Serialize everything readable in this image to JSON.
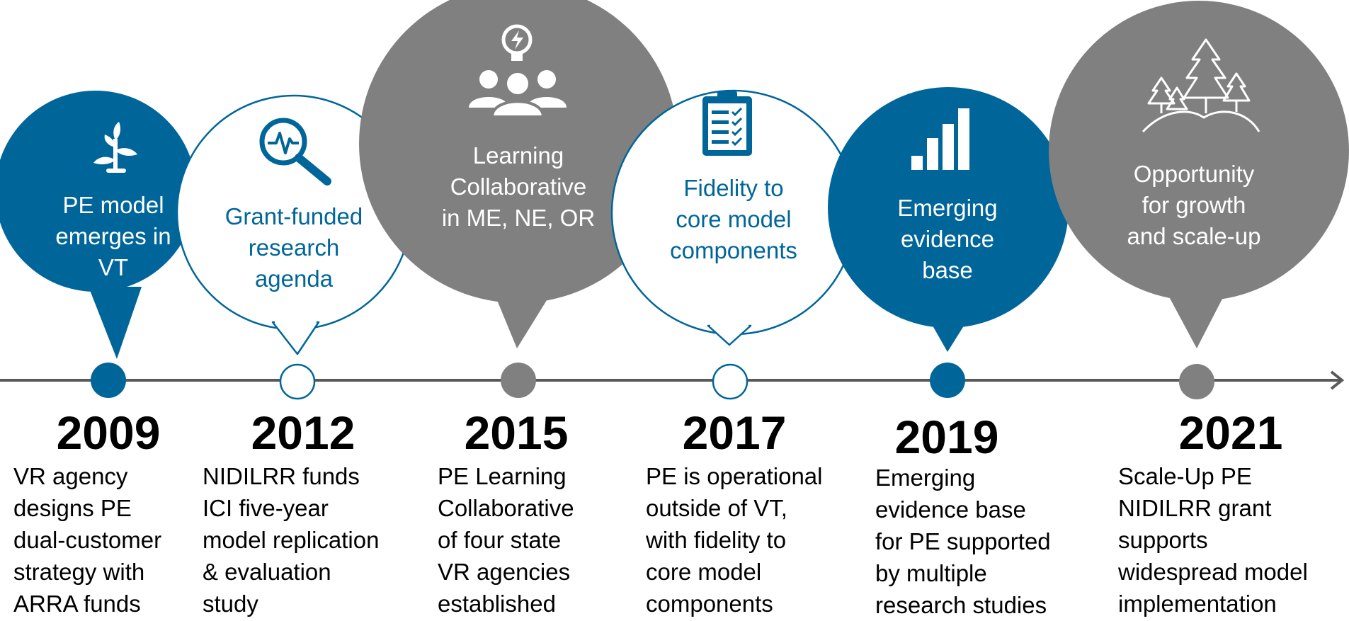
{
  "colors": {
    "blue": "#00669a",
    "gray": "#808080",
    "axis": "#595959",
    "white": "#ffffff"
  },
  "milestones": [
    {
      "year": "2009",
      "bubble_text": "PE model\nemerges in\nVT",
      "description": "VR agency\ndesigns PE\ndual-customer\nstrategy with\nARRA funds",
      "style": "blue-filled",
      "icon": "seedling-icon"
    },
    {
      "year": "2012",
      "bubble_text": "Grant-funded\nresearch\nagenda",
      "description": "NIDILRR funds\nICI five-year\nmodel replication\n& evaluation\nstudy",
      "style": "blue-outline",
      "icon": "magnifier-pulse-icon"
    },
    {
      "year": "2015",
      "bubble_text": "Learning\nCollaborative\nin ME, NE, OR",
      "description": "PE Learning\nCollaborative\nof four state\nVR agencies\nestablished",
      "style": "gray-filled",
      "icon": "people-lightbulb-icon"
    },
    {
      "year": "2017",
      "bubble_text": "Fidelity to\ncore model\ncomponents",
      "description": "PE is operational\noutside of VT,\nwith fidelity to\ncore model\ncomponents",
      "style": "blue-outline",
      "icon": "clipboard-checklist-icon"
    },
    {
      "year": "2019",
      "bubble_text": "Emerging\nevidence\nbase",
      "description": "Emerging\nevidence base\nfor PE supported\nby multiple\nresearch studies",
      "style": "blue-filled",
      "icon": "bar-chart-icon"
    },
    {
      "year": "2021",
      "bubble_text": "Opportunity\nfor growth\nand scale-up",
      "description": "Scale-Up PE\nNIDILRR grant\nsupports\nwidespread model\nimplementation",
      "style": "gray-filled",
      "icon": "pine-trees-icon"
    }
  ]
}
